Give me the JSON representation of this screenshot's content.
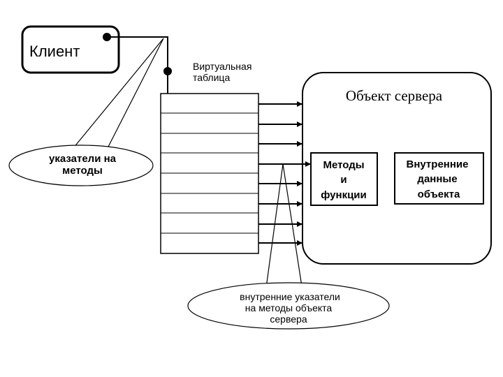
{
  "client": {
    "label": "Клиент"
  },
  "vtable": {
    "label_line1": "Виртуальная",
    "label_line2": "таблица",
    "row_count": 8
  },
  "server": {
    "title": "Объект сервера",
    "methods": {
      "line1": "Методы",
      "line2": "и",
      "line3": "функции"
    },
    "data": {
      "line1": "Внутренние",
      "line2": "данные",
      "line3": "объекта"
    }
  },
  "callouts": {
    "method_pointers": {
      "line1": "указатели на",
      "line2": "методы"
    },
    "internal_pointers": {
      "line1": "внутренние указатели",
      "line2": "на методы объекта",
      "line3": "сервера"
    }
  },
  "colors": {
    "stroke": "#000000",
    "background": "#ffffff"
  }
}
